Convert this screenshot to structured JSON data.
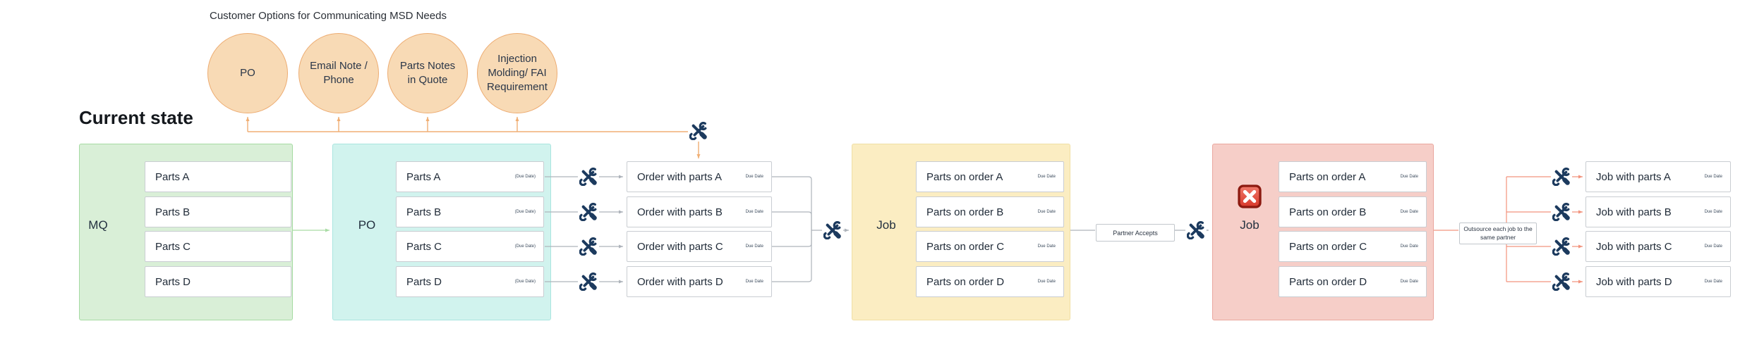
{
  "heading": "Current state",
  "options": {
    "title": "Customer Options for Communicating MSD Needs",
    "circles": [
      "PO",
      "Email Note / Phone",
      "Parts Notes in Quote",
      "Injection Molding/ FAI Requirement"
    ]
  },
  "due_paren": "(Due Date)",
  "due": "Due Date",
  "lanes": {
    "mq": {
      "label": "MQ",
      "items": [
        "Parts A",
        "Parts B",
        "Parts C",
        "Parts D"
      ]
    },
    "po": {
      "label": "PO",
      "items": [
        "Parts A",
        "Parts B",
        "Parts C",
        "Parts D"
      ]
    },
    "orders": {
      "items": [
        "Order with parts A",
        "Order with parts B",
        "Order with parts C",
        "Order with parts D"
      ]
    },
    "job_ordered": {
      "label": "Job",
      "items": [
        "Parts on order A",
        "Parts on order B",
        "Parts on order C",
        "Parts on order D"
      ]
    },
    "job_partner": {
      "label": "Job",
      "items": [
        "Parts on order A",
        "Parts on order B",
        "Parts on order C",
        "Parts on order D"
      ]
    },
    "outsourced_jobs": {
      "items": [
        "Job with parts A",
        "Job with parts B",
        "Job with parts C",
        "Job with parts D"
      ]
    }
  },
  "nodes": {
    "partner_accepts": "Partner Accepts",
    "outsource": "Outsource each job to the same partner"
  },
  "icons": {
    "tools": "tools-icon",
    "reject": "cross-mark-icon"
  },
  "colors": {
    "mq_fill": "#D9EFD7",
    "mq_border": "#A6DBA3",
    "po_fill": "#D1F3EE",
    "po_border": "#A9E5DF",
    "job_fill": "#FBEDC2",
    "job_border": "#F0DFA4",
    "partner_job_fill": "#F6CEC8",
    "partner_job_border": "#EAA79E",
    "circle_fill": "#F8DAB5",
    "circle_border": "#EDAC72",
    "connector_orange": "#F0AE73",
    "connector_gray": "#AEB4BB",
    "connector_green": "#A9DCA5",
    "connector_salmon": "#F2937D",
    "icon_navy": "#1C3A5E"
  }
}
